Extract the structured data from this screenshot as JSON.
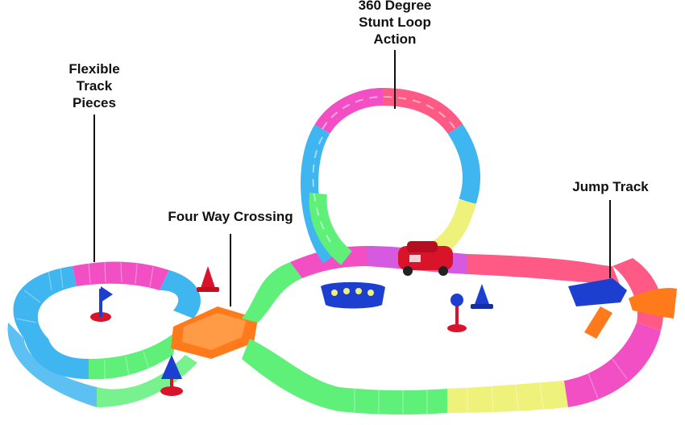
{
  "callouts": {
    "stunt_loop": [
      "360 Degree",
      "Stunt Loop",
      "Action"
    ],
    "flexible": [
      "Flexible",
      "Track",
      "Pieces"
    ],
    "crossing": "Four Way Crossing",
    "jump": "Jump Track"
  },
  "colors": {
    "pink": "#f24fc4",
    "blue": "#3fb6f0",
    "green": "#5ff07a",
    "yellow": "#eef27a",
    "red_pink": "#ff5a86",
    "orange": "#ff7a1a",
    "purple": "#d55adf",
    "accent_blue": "#1c3fd0",
    "cone_red": "#d8132a"
  }
}
